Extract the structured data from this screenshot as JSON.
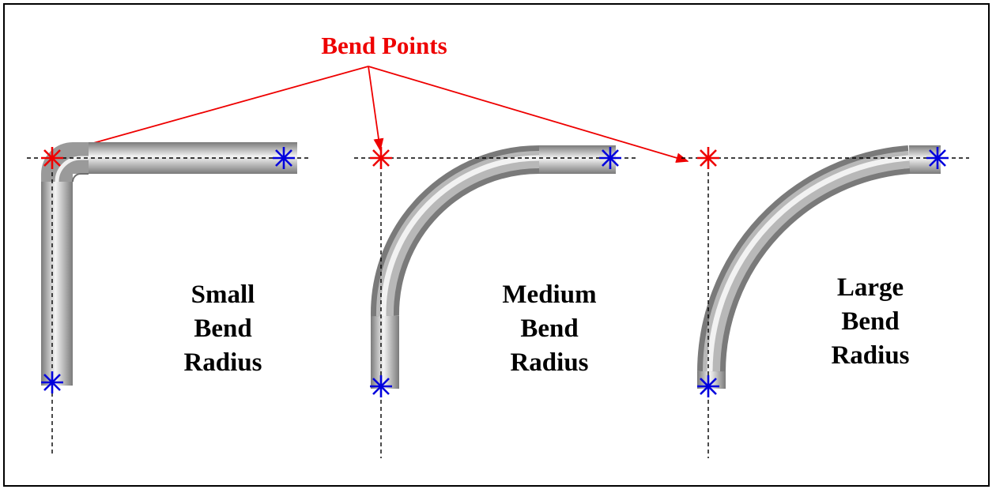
{
  "heading": "Bend Points",
  "colors": {
    "annotation": "#ee0000",
    "bend_point_marker": "#ee0000",
    "end_point_marker": "#0000dd",
    "pipe_light": "#f4f4f4",
    "pipe_dark": "#7a7a7a",
    "guide_line": "#000000"
  },
  "examples": [
    {
      "label_lines": [
        "Small",
        "Bend",
        "Radius"
      ]
    },
    {
      "label_lines": [
        "Medium",
        "Bend",
        "Radius"
      ]
    },
    {
      "label_lines": [
        "Large",
        "Bend",
        "Radius"
      ]
    }
  ]
}
